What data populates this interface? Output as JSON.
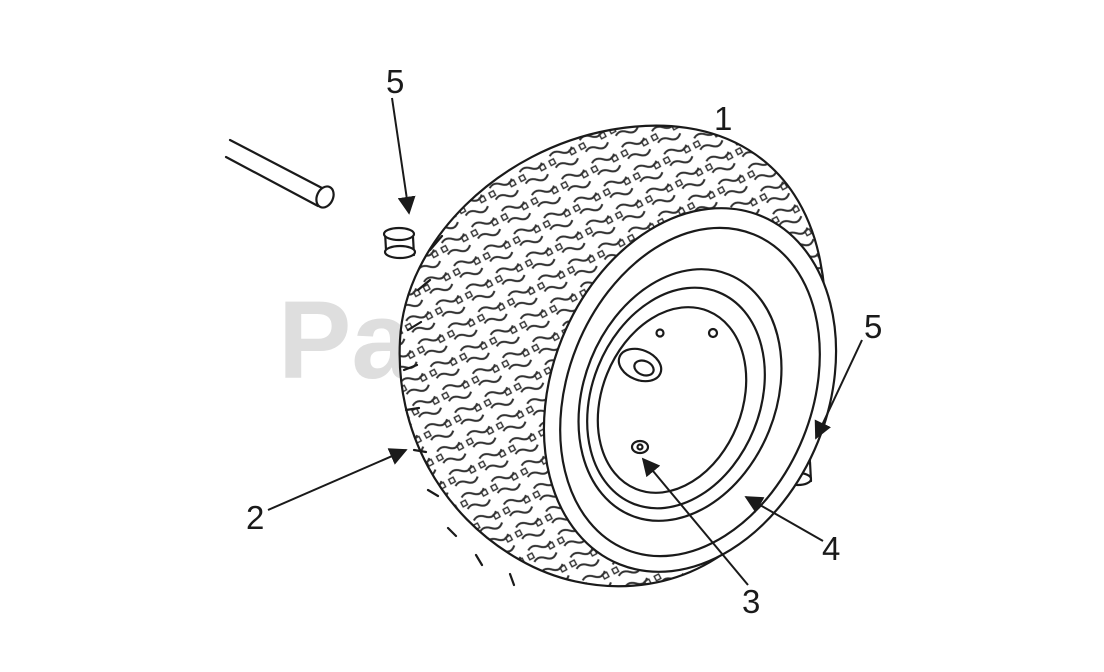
{
  "watermark": {
    "text": "PartsTree"
  },
  "callouts": {
    "tire_assembly": "1",
    "tire": "2",
    "valve_stem": "3",
    "rim": "4",
    "bushing_left": "5",
    "bushing_right": "5"
  },
  "icons": {
    "axle": "axle-shaft-drawing",
    "bushing": "bushing-drawing",
    "wheel": "wheel-tire-drawing"
  }
}
